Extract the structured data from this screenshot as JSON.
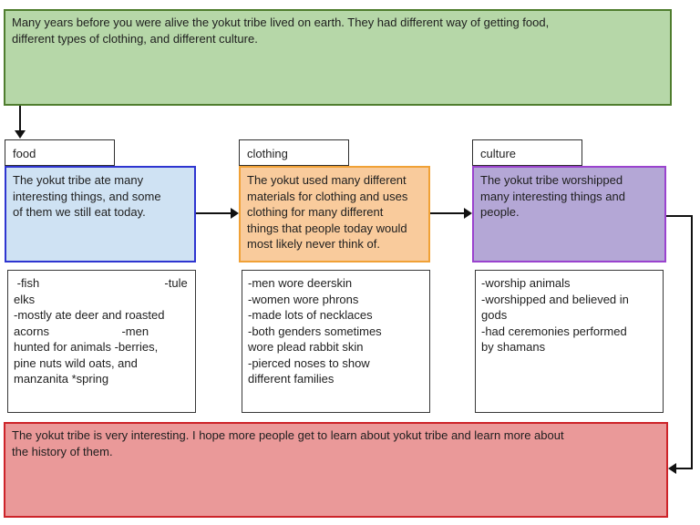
{
  "intro": {
    "text": "Many years before you were alive the yokut tribe lived on earth. They had different way of getting food,\ndifferent types of clothing, and different culture."
  },
  "columns": [
    {
      "tab": "food",
      "summary": "The yokut tribe ate many\ninteresting things, and some\nof them we still eat today.",
      "details": " -fish                                      -tule\nelks\n-mostly ate deer and roasted\nacorns                      -men\nhunted for animals -berries,\npine nuts wild oats, and\nmanzanita *spring",
      "fill": "#cfe2f3",
      "border": "#2e35d0"
    },
    {
      "tab": "clothing",
      "summary": "The yokut used many different\nmaterials for clothing and uses\nclothing for many different\nthings that people today would\nmost likely never think of.",
      "details": "-men wore deerskin\n-women wore phrons\n-made lots of necklaces\n-both genders sometimes\nwore plead rabbit skin\n-pierced noses to show\ndifferent families",
      "fill": "#f9cb9c",
      "border": "#f0a136"
    },
    {
      "tab": "culture",
      "summary": "The yokut tribe worshipped\nmany interesting things and\npeople.",
      "details": "-worship animals\n-worshipped and believed in\ngods\n-had ceremonies performed\nby shamans",
      "fill": "#b4a7d6",
      "border": "#9a43ce"
    }
  ],
  "conclusion": {
    "text": "The yokut tribe is very interesting. I hope more people get to learn about yokut tribe and learn more about\nthe history of them."
  },
  "theme": {
    "intro_fill": "#b6d7a8",
    "intro_border": "#4f7d2e",
    "conclusion_fill": "#ea9999",
    "conclusion_border": "#cd2329",
    "tab_fill": "#ffffff",
    "tab_border": "#2f2f2f",
    "connector": "#111111",
    "text": "#1e1e1e"
  }
}
